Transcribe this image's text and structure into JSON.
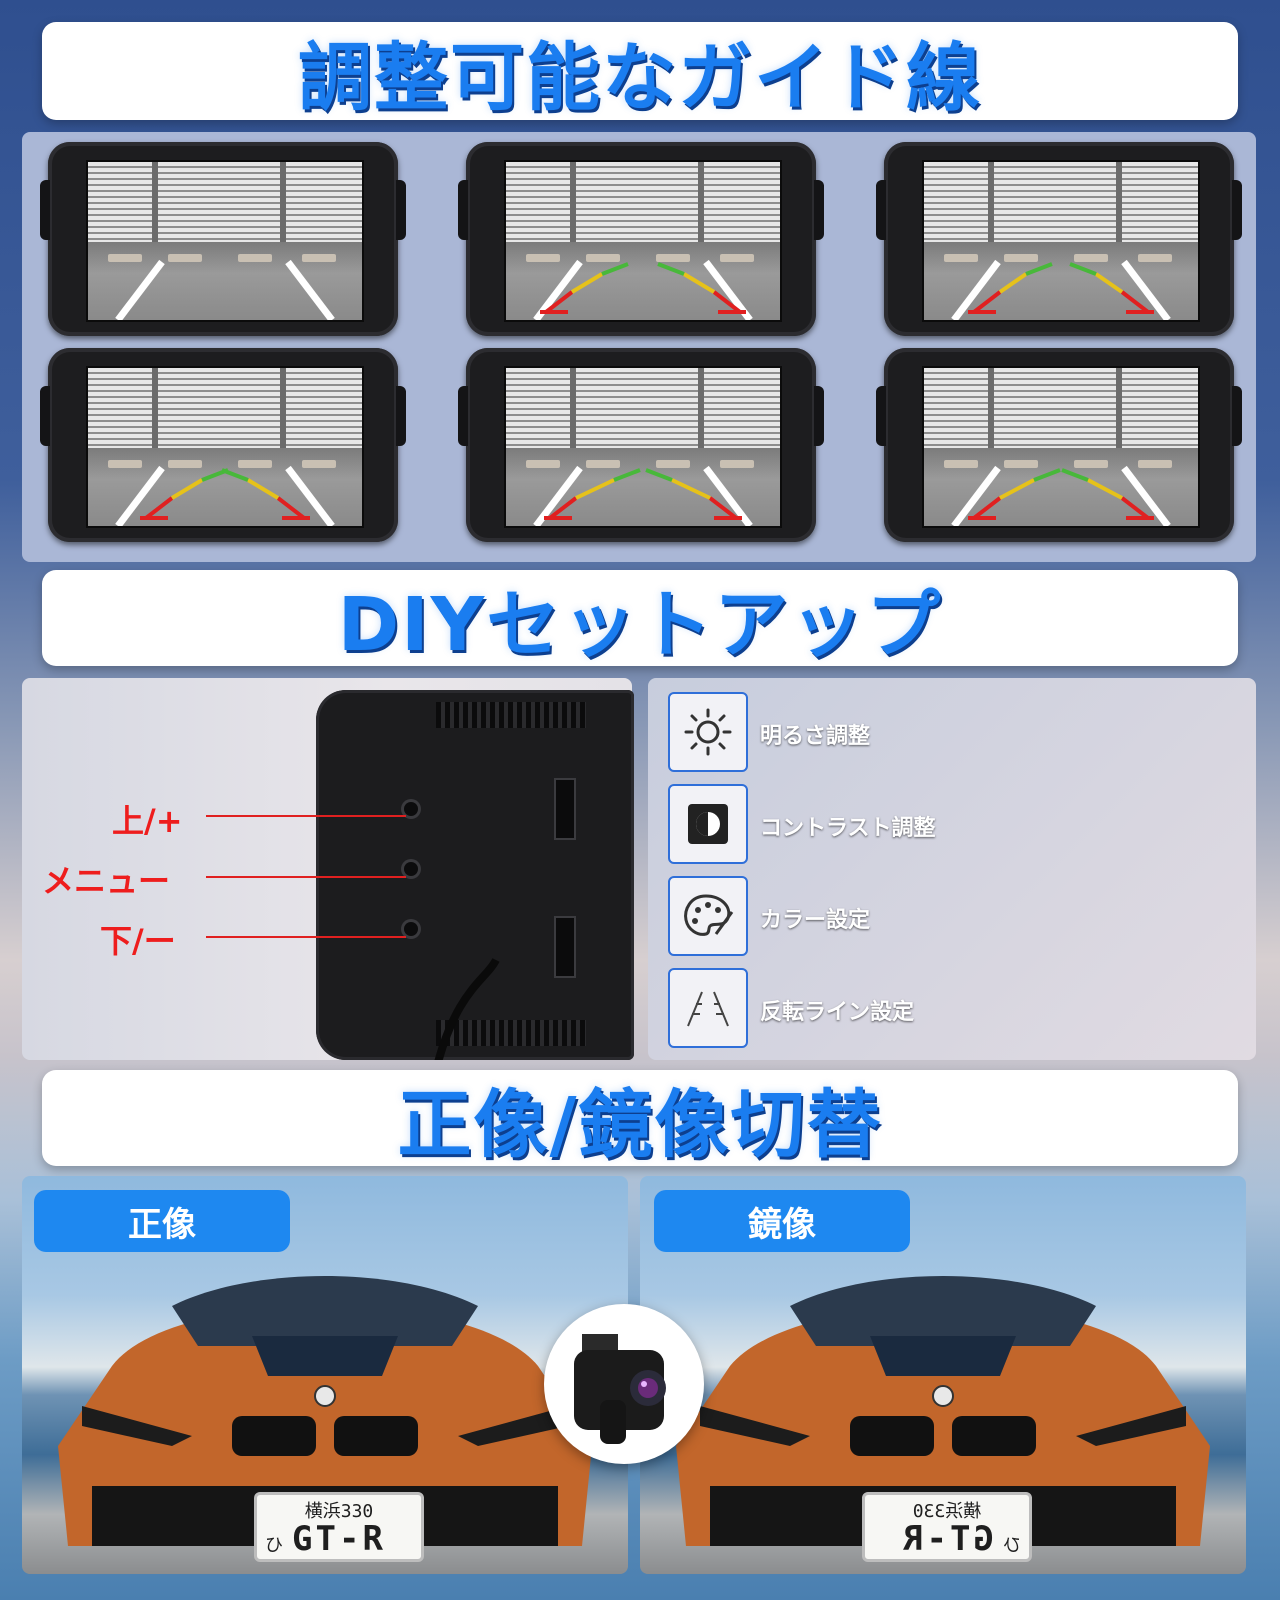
{
  "banners": {
    "guide_lines": "調整可能なガイド線",
    "diy_setup": "DIYセットアップ",
    "mirror_switch": "正像/鏡像切替"
  },
  "guide_panel": {
    "monitors": [
      {
        "guide_style": "none"
      },
      {
        "guide_style": "red-yellow-green-wide"
      },
      {
        "guide_style": "red-yellow-green-narrow"
      },
      {
        "guide_style": "red-yellow-green-medium"
      },
      {
        "guide_style": "red-yellow-green-curved"
      },
      {
        "guide_style": "red-yellow-green-offset"
      }
    ]
  },
  "setup": {
    "buttons": {
      "up": "上/+",
      "menu": "メニュー",
      "down": "下/ー"
    },
    "features": [
      {
        "icon": "brightness-icon",
        "label": "明るさ調整"
      },
      {
        "icon": "contrast-icon",
        "label": "コントラスト調整"
      },
      {
        "icon": "palette-icon",
        "label": "カラー設定"
      },
      {
        "icon": "reverse-lines-icon",
        "label": "反転ライン設定"
      }
    ]
  },
  "mirror": {
    "normal_label": "正像",
    "mirror_label": "鏡像",
    "plate": {
      "region": "横浜330",
      "hira": "ひ",
      "main": "GT-R"
    }
  },
  "colors": {
    "accent": "#1a7df0",
    "tag": "#1e88f0",
    "label_red": "#ee1d1d"
  }
}
